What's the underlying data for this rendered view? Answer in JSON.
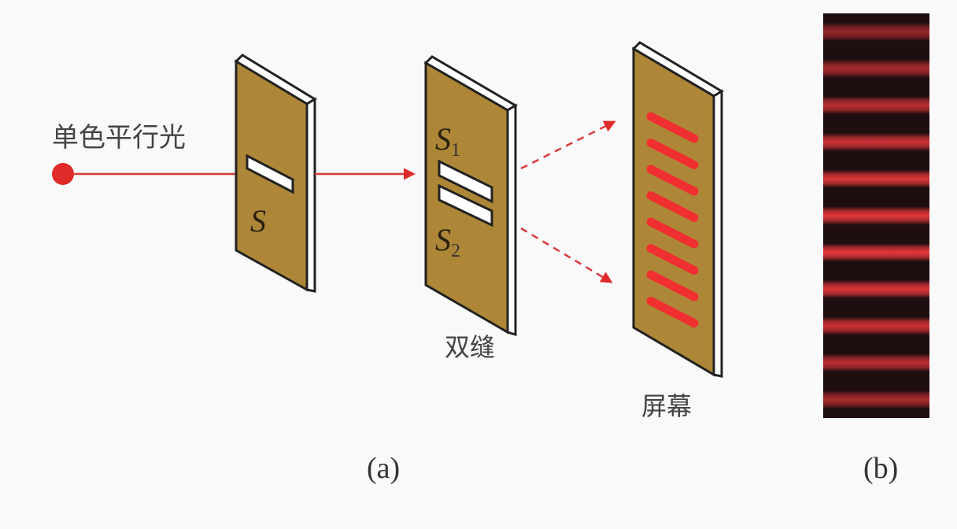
{
  "labels": {
    "light_source": "单色平行光",
    "single_slit": "S",
    "slit1_letter": "S",
    "slit1_sub": "1",
    "slit2_letter": "S",
    "slit2_sub": "2",
    "double_slit": "双缝",
    "screen": "屏幕",
    "panel_a": "(a)",
    "panel_b": "(b)"
  },
  "colors": {
    "board": "#ad8737",
    "beam": "#e02a2a",
    "fringe_bright": "#e2373a",
    "fringe_dark": "#1f0f10"
  },
  "screen_fringes": 8,
  "pattern_bright_bands": 11
}
